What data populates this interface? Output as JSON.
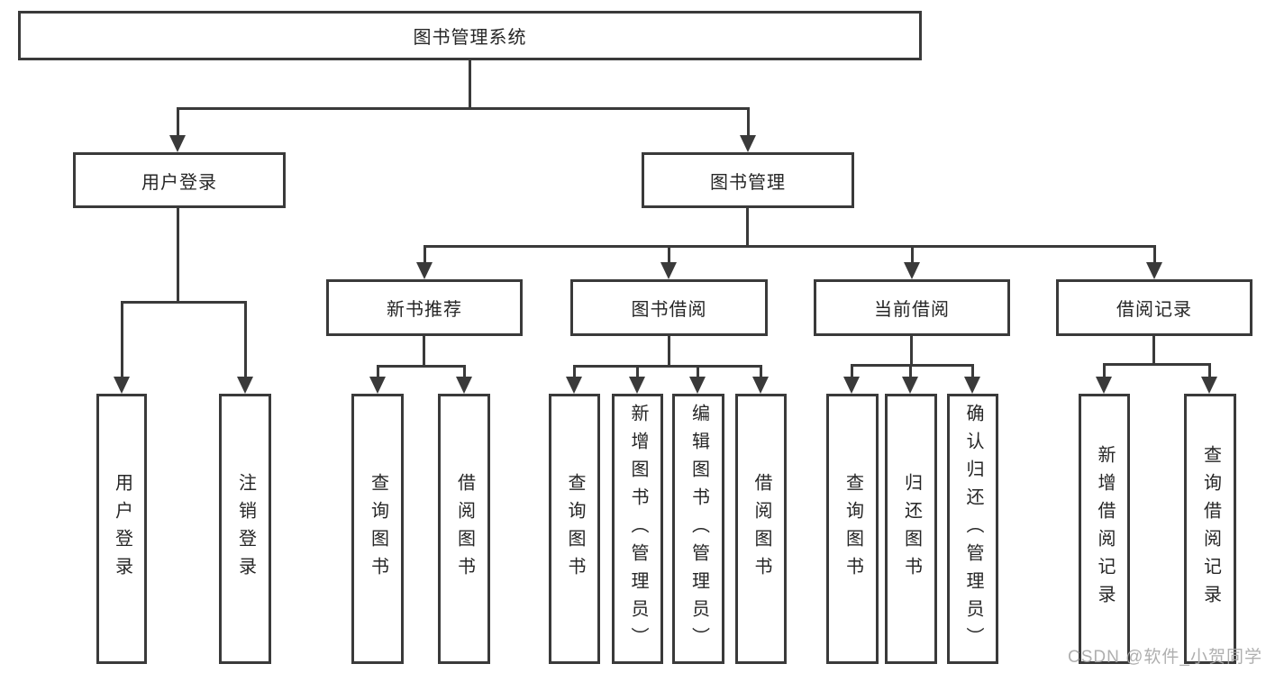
{
  "diagram": {
    "title": "图书管理系统",
    "root": {
      "label": "图书管理系统"
    },
    "level2": [
      {
        "label": "用户登录"
      },
      {
        "label": "图书管理"
      }
    ],
    "level3": [
      {
        "label": "新书推荐"
      },
      {
        "label": "图书借阅"
      },
      {
        "label": "当前借阅"
      },
      {
        "label": "借阅记录"
      }
    ],
    "leaves": {
      "user_login": [
        {
          "label": "用户登录"
        },
        {
          "label": "注销登录"
        }
      ],
      "new_book": [
        {
          "label": "查询图书"
        },
        {
          "label": "借阅图书"
        }
      ],
      "borrow": [
        {
          "label": "查询图书"
        },
        {
          "label": "新增图书（管理员）"
        },
        {
          "label": "编辑图书（管理员）"
        },
        {
          "label": "借阅图书"
        }
      ],
      "current": [
        {
          "label": "查询图书"
        },
        {
          "label": "归还图书"
        },
        {
          "label": "确认归还（管理员）"
        }
      ],
      "records": [
        {
          "label": "新增借阅记录"
        },
        {
          "label": "查询借阅记录"
        }
      ]
    }
  },
  "watermark": "CSDN @软件_小贺同学",
  "colors": {
    "line": "#3a3a3a",
    "text": "#262626",
    "watermark": "#a8a8a8",
    "background": "#ffffff"
  }
}
